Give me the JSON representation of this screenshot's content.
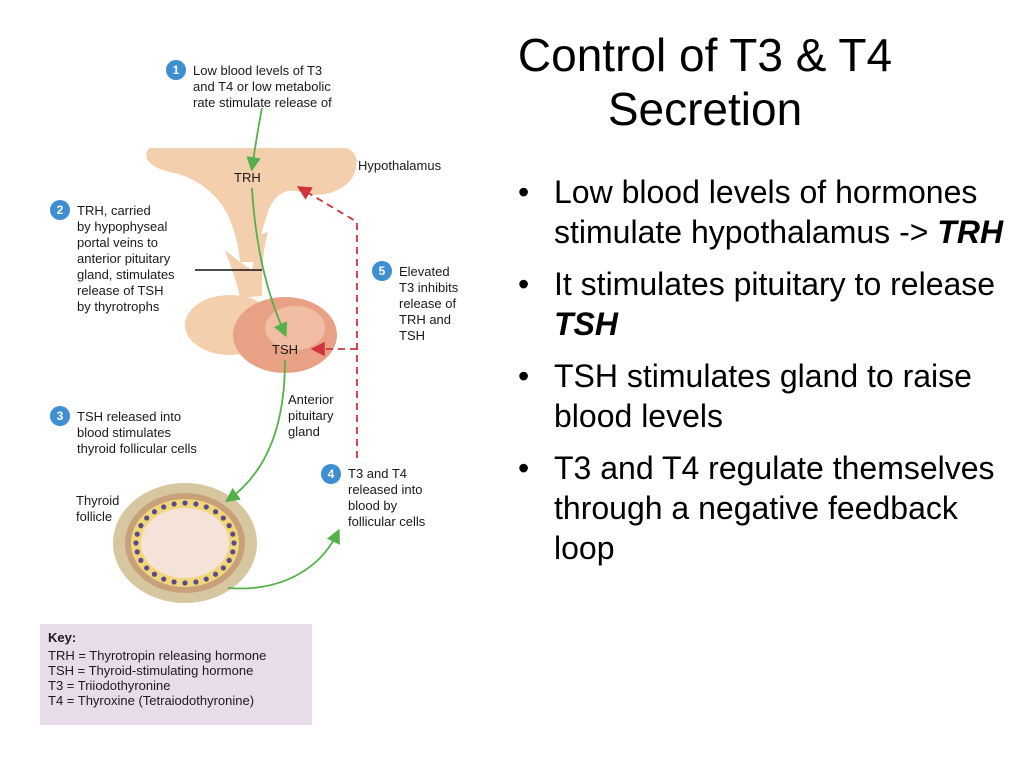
{
  "title": {
    "line1": "Control of T3 & T4",
    "line2": "Secretion"
  },
  "bullets": [
    {
      "text": "Low blood levels of hormones stimulate hypothalamus -> ",
      "emph": "TRH"
    },
    {
      "text": "It stimulates pituitary to release ",
      "emph": "TSH"
    },
    {
      "text": "TSH stimulates gland to raise blood levels",
      "emph": ""
    },
    {
      "text": "T3 and T4 regulate themselves through a negative feedback loop",
      "emph": ""
    }
  ],
  "diagram": {
    "steps": [
      {
        "num": "1",
        "lines": [
          "Low blood levels of T3",
          "and T4  or low  metabolic",
          "rate stimulate release of"
        ]
      },
      {
        "num": "2",
        "lines": [
          "TRH, carried",
          "by hypophyseal",
          "portal veins to",
          "anterior pituitary",
          "gland, stimulates",
          "release of TSH",
          "by thyrotrophs"
        ]
      },
      {
        "num": "3",
        "lines": [
          "TSH released into",
          "blood stimulates",
          "thyroid follicular cells"
        ]
      },
      {
        "num": "4",
        "lines": [
          "T3 and T4",
          "released into",
          "blood by",
          "follicular cells"
        ]
      },
      {
        "num": "5",
        "lines": [
          "Elevated",
          "T3 inhibits",
          "release of",
          "TRH and",
          "TSH"
        ]
      }
    ],
    "labels": {
      "hypothalamus": "Hypothalamus",
      "trh": "TRH",
      "tsh": "TSH",
      "anterior_pituitary": [
        "Anterior",
        "pituitary",
        "gland"
      ],
      "thyroid_follicle": [
        "Thyroid",
        "follicle"
      ]
    },
    "colors": {
      "hypothalamus": "#f4cfae",
      "pituitary": "#e8a184",
      "green_arrow": "#55b04a",
      "red_arrow": "#d0343c",
      "step_circle": "#3d8fd1",
      "key_bg": "#e9dcea"
    }
  },
  "key": {
    "title": "Key:",
    "items": [
      "TRH = Thyrotropin releasing hormone",
      "TSH = Thyroid-stimulating hormone",
      "T3 = Triiodothyronine",
      "T4 = Thyroxine (Tetraiodothyronine)"
    ]
  }
}
